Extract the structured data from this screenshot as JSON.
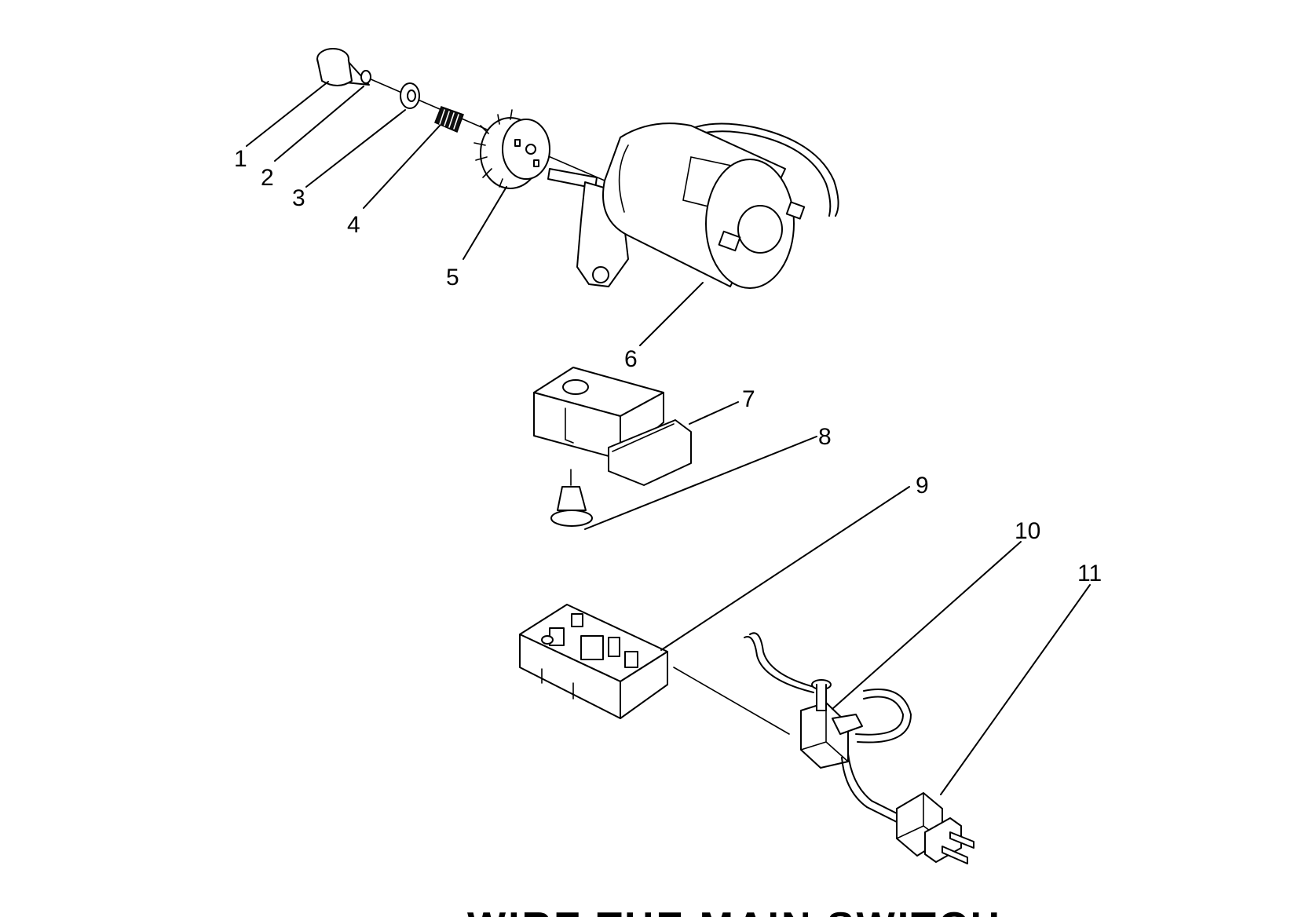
{
  "callouts": [
    {
      "id": "1",
      "label": "1"
    },
    {
      "id": "2",
      "label": "2"
    },
    {
      "id": "3",
      "label": "3"
    },
    {
      "id": "4",
      "label": "4"
    },
    {
      "id": "5",
      "label": "5"
    },
    {
      "id": "6",
      "label": "6"
    },
    {
      "id": "7",
      "label": "7"
    },
    {
      "id": "8",
      "label": "8"
    },
    {
      "id": "9",
      "label": "9"
    },
    {
      "id": "10",
      "label": "10"
    },
    {
      "id": "11",
      "label": "11"
    }
  ],
  "footer": {
    "title_cutoff": "WIRE THE MAIN SWITCH"
  },
  "colors": {
    "line": "#000000",
    "background": "#ffffff"
  }
}
